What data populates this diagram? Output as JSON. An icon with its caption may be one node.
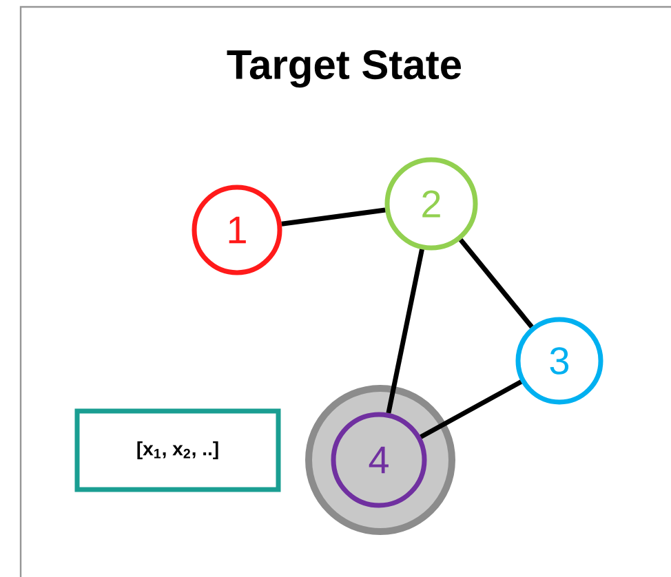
{
  "diagram": {
    "title": "Target State",
    "nodes": [
      {
        "text": [
          "1"
        ]
      },
      {
        "text": [
          "2"
        ]
      },
      {
        "text": [
          "3"
        ]
      },
      {
        "text": [],
        "shape": "circle"
      },
      {
        "text": [
          "4"
        ],
        "in": 3
      },
      {
        "text": [
          "[x$_{1}$, x$_{2}$, ..]"
        ]
      }
    ],
    "edges": [
      {
        "from": 0,
        "to": 1,
        "arrow": "none"
      },
      {
        "from": 1,
        "to": 4,
        "arrow": "none"
      },
      {
        "from": 1,
        "to": 2,
        "arrow": "none"
      },
      {
        "from": 2,
        "to": 4,
        "arrow": "none"
      }
    ]
  }
}
